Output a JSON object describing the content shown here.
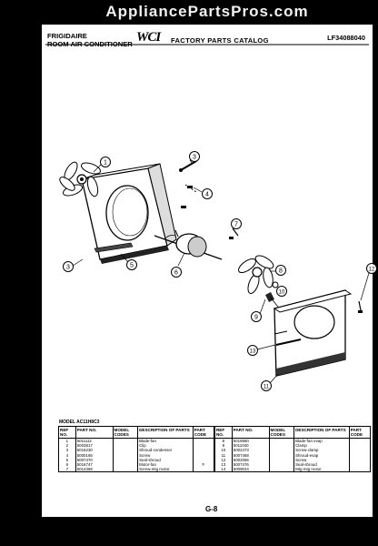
{
  "watermark": "AppliancePartsPros.com",
  "header": {
    "brand_line1": "FRIGIDAIRE",
    "brand_line2": "ROOM AIR CONDITIONER",
    "logo": "WCI",
    "catalog": "FACTORY PARTS CATALOG",
    "catalog_no": "LF34088040"
  },
  "callouts": [
    "1",
    "3",
    "4",
    "5",
    "6",
    "7",
    "8",
    "9",
    "10",
    "11",
    "12",
    "13"
  ],
  "model_line": "MODEL AC11H8C3",
  "table": {
    "headers": [
      "REF NO.",
      "PART NO.",
      "MODEL CODES",
      "DESCRIPTION OF PARTS",
      "PART CODE",
      "REF NO.",
      "PART NO.",
      "MODEL CODES",
      "DESCRIPTION OF PARTS",
      "PART CODE"
    ],
    "rows": [
      {
        "ref_a": "1",
        "part_a": "5011112",
        "codes_a": "",
        "desc_a": "Blade-fan",
        "pcode_a": "",
        "ref_b": "8",
        "part_b": "5016950",
        "codes_b": "",
        "desc_b": "Blade-fan evap",
        "pcode_b": ""
      },
      {
        "ref_a": "2",
        "part_a": "5003817",
        "codes_a": "",
        "desc_a": "Clip",
        "pcode_a": "",
        "ref_b": "9",
        "part_b": "5011040",
        "codes_b": "",
        "desc_b": "Clamp",
        "pcode_b": ""
      },
      {
        "ref_a": "3",
        "part_a": "5016230",
        "codes_a": "",
        "desc_a": "Shroud-condenser",
        "pcode_a": "",
        "ref_b": "10",
        "part_b": "5002473",
        "codes_b": "",
        "desc_b": "Screw-clamp",
        "pcode_b": ""
      },
      {
        "ref_a": "4",
        "part_a": "5000165",
        "codes_a": "",
        "desc_a": "Screw",
        "pcode_a": "",
        "ref_b": "11",
        "part_b": "5007468",
        "codes_b": "",
        "desc_b": "Shroud-evap",
        "pcode_b": ""
      },
      {
        "ref_a": "5",
        "part_a": "5007470",
        "codes_a": "",
        "desc_a": "Seal-shroud",
        "pcode_a": "",
        "ref_b": "12",
        "part_b": "5002065",
        "codes_b": "",
        "desc_b": "Screw",
        "pcode_b": ""
      },
      {
        "ref_a": "6",
        "part_a": "5016747",
        "codes_a": "",
        "desc_a": "Motor-fan",
        "pcode_a": "F",
        "ref_b": "13",
        "part_b": "5007476",
        "codes_b": "",
        "desc_b": "Seal-shroud",
        "pcode_b": ""
      },
      {
        "ref_a": "7",
        "part_a": "5014368",
        "codes_a": "",
        "desc_a": "Screw-mtg motor",
        "pcode_a": "",
        "ref_b": "14",
        "part_b": "5009024",
        "codes_b": "",
        "desc_b": "Mtg-mtg motor",
        "pcode_b": ""
      }
    ]
  },
  "page_number": "G-8"
}
